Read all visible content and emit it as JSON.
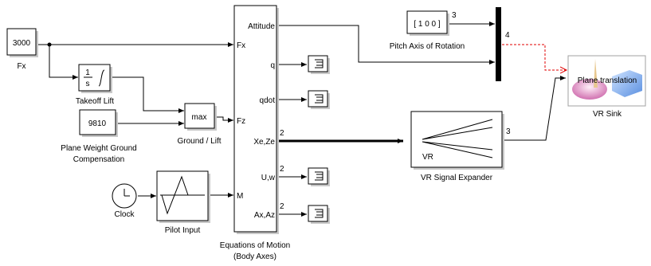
{
  "blocks": {
    "fx_const": {
      "value": "3000",
      "label": "Fx"
    },
    "integrator": {
      "num": "1",
      "den": "s",
      "label": "Takeoff Lift"
    },
    "weight_const": {
      "value": "9810",
      "label_line1": "Plane Weight Ground",
      "label_line2": "Compensation"
    },
    "minmax": {
      "text": "max",
      "label": "Ground / Lift"
    },
    "clock": {
      "label": "Clock"
    },
    "pilot": {
      "label": "Pilot Input"
    },
    "eom": {
      "label_line1": "Equations of Motion",
      "label_line2": "(Body Axes)",
      "in_ports": [
        "Fx",
        "Fz",
        "M"
      ],
      "out_ports": [
        "Attitude",
        "q",
        "qdot",
        "Xe,Ze",
        "U,w",
        "Ax,Az"
      ]
    },
    "pitch_const": {
      "value": "[ 1 0 0 ]",
      "label": "Pitch Axis of Rotation"
    },
    "expander": {
      "text": "VR",
      "label": "VR Signal Expander"
    },
    "vrsink": {
      "text": "Plane.translation",
      "label": "VR Sink"
    }
  },
  "signal_widths": {
    "pitch": "3",
    "mux_out": "4",
    "xeze": "2",
    "uw": "2",
    "axaz": "2",
    "expander_out": "3"
  },
  "colors": {
    "block_border": "#000000",
    "shadow": "#c8c8c8",
    "vr_link": "#e00000",
    "vr_cone": "#e8a0c8",
    "vr_box": "#8ab8f0"
  }
}
